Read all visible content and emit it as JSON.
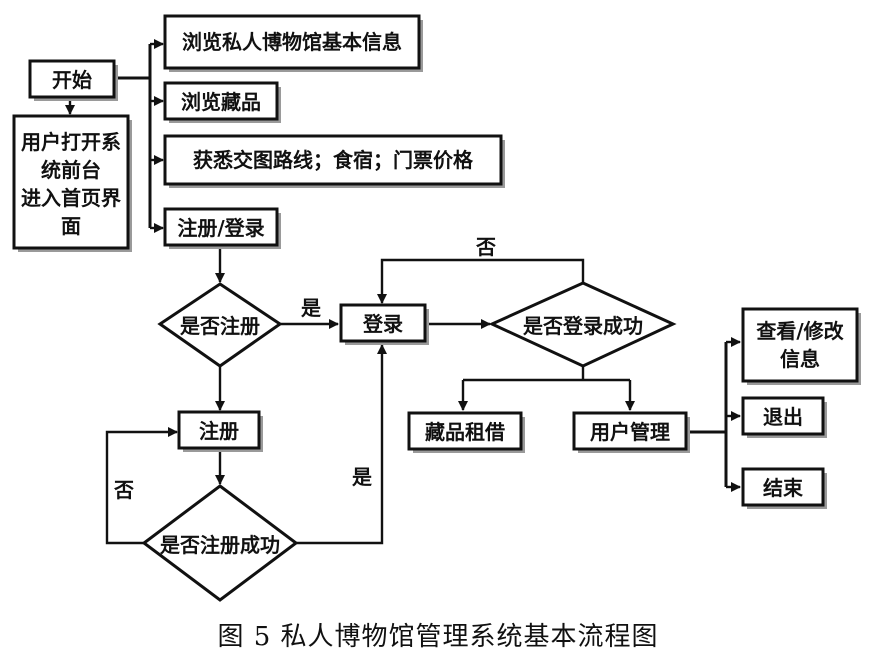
{
  "nodes": {
    "start": "开始",
    "open_system_lines": [
      "用户打开系",
      "统前台",
      "进入首页界",
      "面"
    ],
    "browse_info": "浏览私人博物馆基本信息",
    "browse_collection": "浏览藏品",
    "route_info": "获悉交图路线；食宿；门票价格",
    "register_login": "注册/登录",
    "is_registered": "是否注册",
    "login": "登录",
    "login_success": "是否登录成功",
    "register": "注册",
    "register_success": "是否注册成功",
    "collection_rental": "藏品租借",
    "user_management": "用户管理",
    "edit_info_lines": [
      "查看/修改",
      "信息"
    ],
    "logout": "退出",
    "end": "结束"
  },
  "edges": {
    "yes_registered": "是",
    "no_login_retry": "否",
    "no_register_retry": "否",
    "yes_register_success": "是"
  },
  "caption": "图 5 私人博物馆管理系统基本流程图",
  "colors": {
    "ink": "#111111",
    "shadow": "#9a9a9a",
    "background": "#ffffff"
  }
}
